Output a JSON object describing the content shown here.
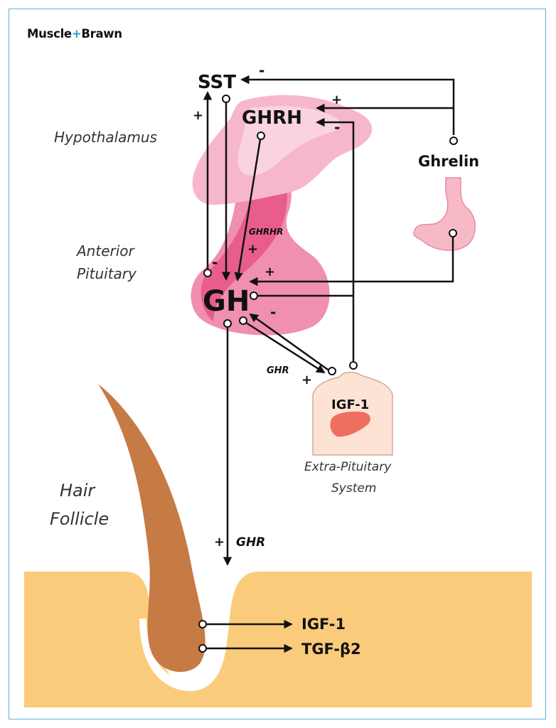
{
  "brand": {
    "part1": "Muscle",
    "plus": "+",
    "part2": "Brawn"
  },
  "regions": {
    "hypothalamus": "Hypothalamus",
    "anterior_pituitary_1": "Anterior",
    "anterior_pituitary_2": "Pituitary",
    "hair_follicle_1": "Hair",
    "hair_follicle_2": "Follicle",
    "extra_pituitary_1": "Extra-Pituitary",
    "extra_pituitary_2": "System"
  },
  "hormones": {
    "sst": "SST",
    "ghrh": "GHRH",
    "ghrelin": "Ghrelin",
    "gh": "GH",
    "igf1_body": "IGF-1",
    "igf1_follicle": "IGF-1",
    "tgf_b2": "TGF-β2"
  },
  "receptors": {
    "ghrhr": "GHRHR",
    "ghr_body": "GHR",
    "ghr_follicle": "GHR"
  },
  "signs": {
    "ghrelin_to_sst": "-",
    "ghrelin_to_ghrh": "+",
    "igf1_to_ghrh": "-",
    "gh_to_sst": "+",
    "sst_to_gh": "-",
    "ghrh_to_gh": "+",
    "ghrelin_to_gh": "+",
    "igf1_to_gh": "-",
    "gh_to_igf1": "+",
    "gh_to_follicle": "+"
  },
  "colors": {
    "pink_light": "#f7b7cb",
    "pink_mid": "#f08fb0",
    "pink_dark": "#e85d8d",
    "skin": "#fde3d4",
    "liver": "#ee6f5e",
    "hair": "#c67a44",
    "tissue": "#fbcb7c",
    "frame": "#5fb0d8",
    "brand_accent": "#2a9ad8"
  }
}
